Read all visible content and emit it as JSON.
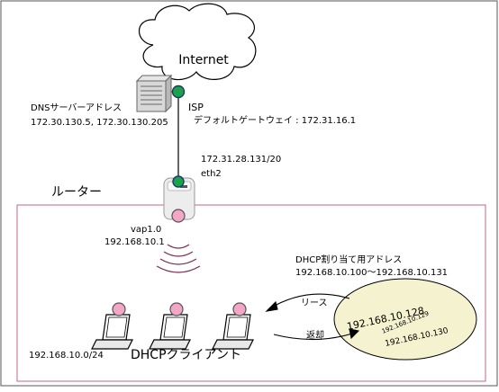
{
  "internet": {
    "label": "Internet"
  },
  "dns": {
    "title": "DNSサーバーアドレス",
    "addresses": "172.30.130.5, 172.30.130.205"
  },
  "isp": {
    "label": "ISP",
    "gateway": "デフォルトゲートウェイ : 172.31.16.1"
  },
  "router": {
    "label": "ルーター",
    "wan_ip": "172.31.28.131/20",
    "wan_if": "eth2",
    "lan_if": "vap1.0",
    "lan_ip": "192.168.10.1"
  },
  "dhcp_pool": {
    "title": "DHCP割り当て用アドレス",
    "range": "192.168.10.100～192.168.10.131",
    "addresses": [
      "192.168.10.128",
      "192.168.10.129",
      "192.168.10.130"
    ]
  },
  "arrows": {
    "lease": "リース",
    "return": "返却"
  },
  "clients": {
    "label": "DHCPクライアント",
    "network": "192.168.10.0/24"
  },
  "colors": {
    "port_green": "#1aa34a",
    "node_pink": "#f4a6c6",
    "frame_border": "#c7638e",
    "pool_fill": "#f5f2cf",
    "wave": "#7a2f55"
  }
}
